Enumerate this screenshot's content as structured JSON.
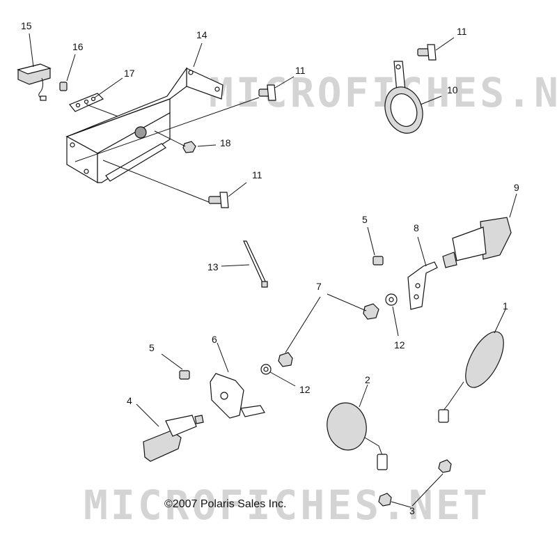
{
  "watermark": "MICROFICHES.NET",
  "copyright": "©2007 Polaris Sales Inc.",
  "callouts": {
    "c1": "1",
    "c2": "2",
    "c3": "3",
    "c4": "4",
    "c5a": "5",
    "c5b": "5",
    "c6": "6",
    "c7": "7",
    "c8": "8",
    "c9": "9",
    "c10": "10",
    "c11a": "11",
    "c11b": "11",
    "c11c": "11",
    "c12a": "12",
    "c12b": "12",
    "c13": "13",
    "c14": "14",
    "c15": "15",
    "c16": "16",
    "c17": "17",
    "c18": "18"
  }
}
